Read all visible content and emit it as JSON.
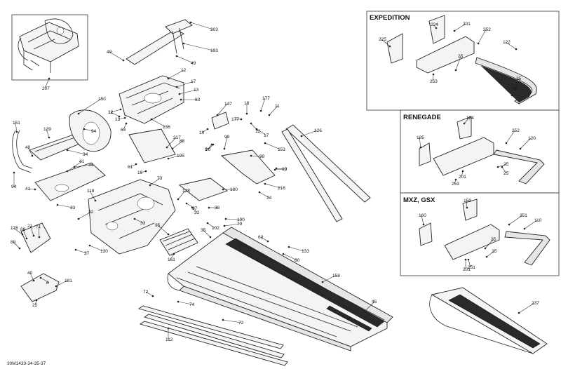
{
  "boxes": [
    {
      "title": "EXPEDITION"
    },
    {
      "title": "RENEGADE"
    },
    {
      "title": "MXZ, GSX"
    }
  ],
  "footer": "30M1433-34-35-37",
  "callouts": [
    "207",
    "203",
    "49",
    "193",
    "49",
    "12",
    "17",
    "13",
    "63",
    "12",
    "150",
    "151",
    "139",
    "40",
    "94",
    "34",
    "34",
    "41",
    "41",
    "94",
    "23",
    "12",
    "13",
    "63",
    "136",
    "147",
    "18",
    "177",
    "11",
    "10",
    "177",
    "12",
    "17",
    "126",
    "153",
    "9",
    "99",
    "20",
    "99",
    "19",
    "216",
    "24",
    "19",
    "88",
    "217",
    "195",
    "61",
    "19",
    "73",
    "128",
    "37",
    "22",
    "38",
    "118",
    "180",
    "176",
    "89",
    "21",
    "71",
    "89",
    "22",
    "37",
    "130",
    "40",
    "8",
    "181",
    "22",
    "33",
    "95",
    "161",
    "190",
    "79",
    "102",
    "35",
    "60",
    "133",
    "60",
    "158",
    "45",
    "72",
    "74",
    "72",
    "112",
    "237",
    "225",
    "224",
    "201",
    "252",
    "122",
    "25",
    "25",
    "25",
    "253",
    "184",
    "185",
    "252",
    "120",
    "25",
    "25",
    "201",
    "253",
    "159",
    "160",
    "251",
    "110",
    "25",
    "25",
    "201",
    "251"
  ]
}
